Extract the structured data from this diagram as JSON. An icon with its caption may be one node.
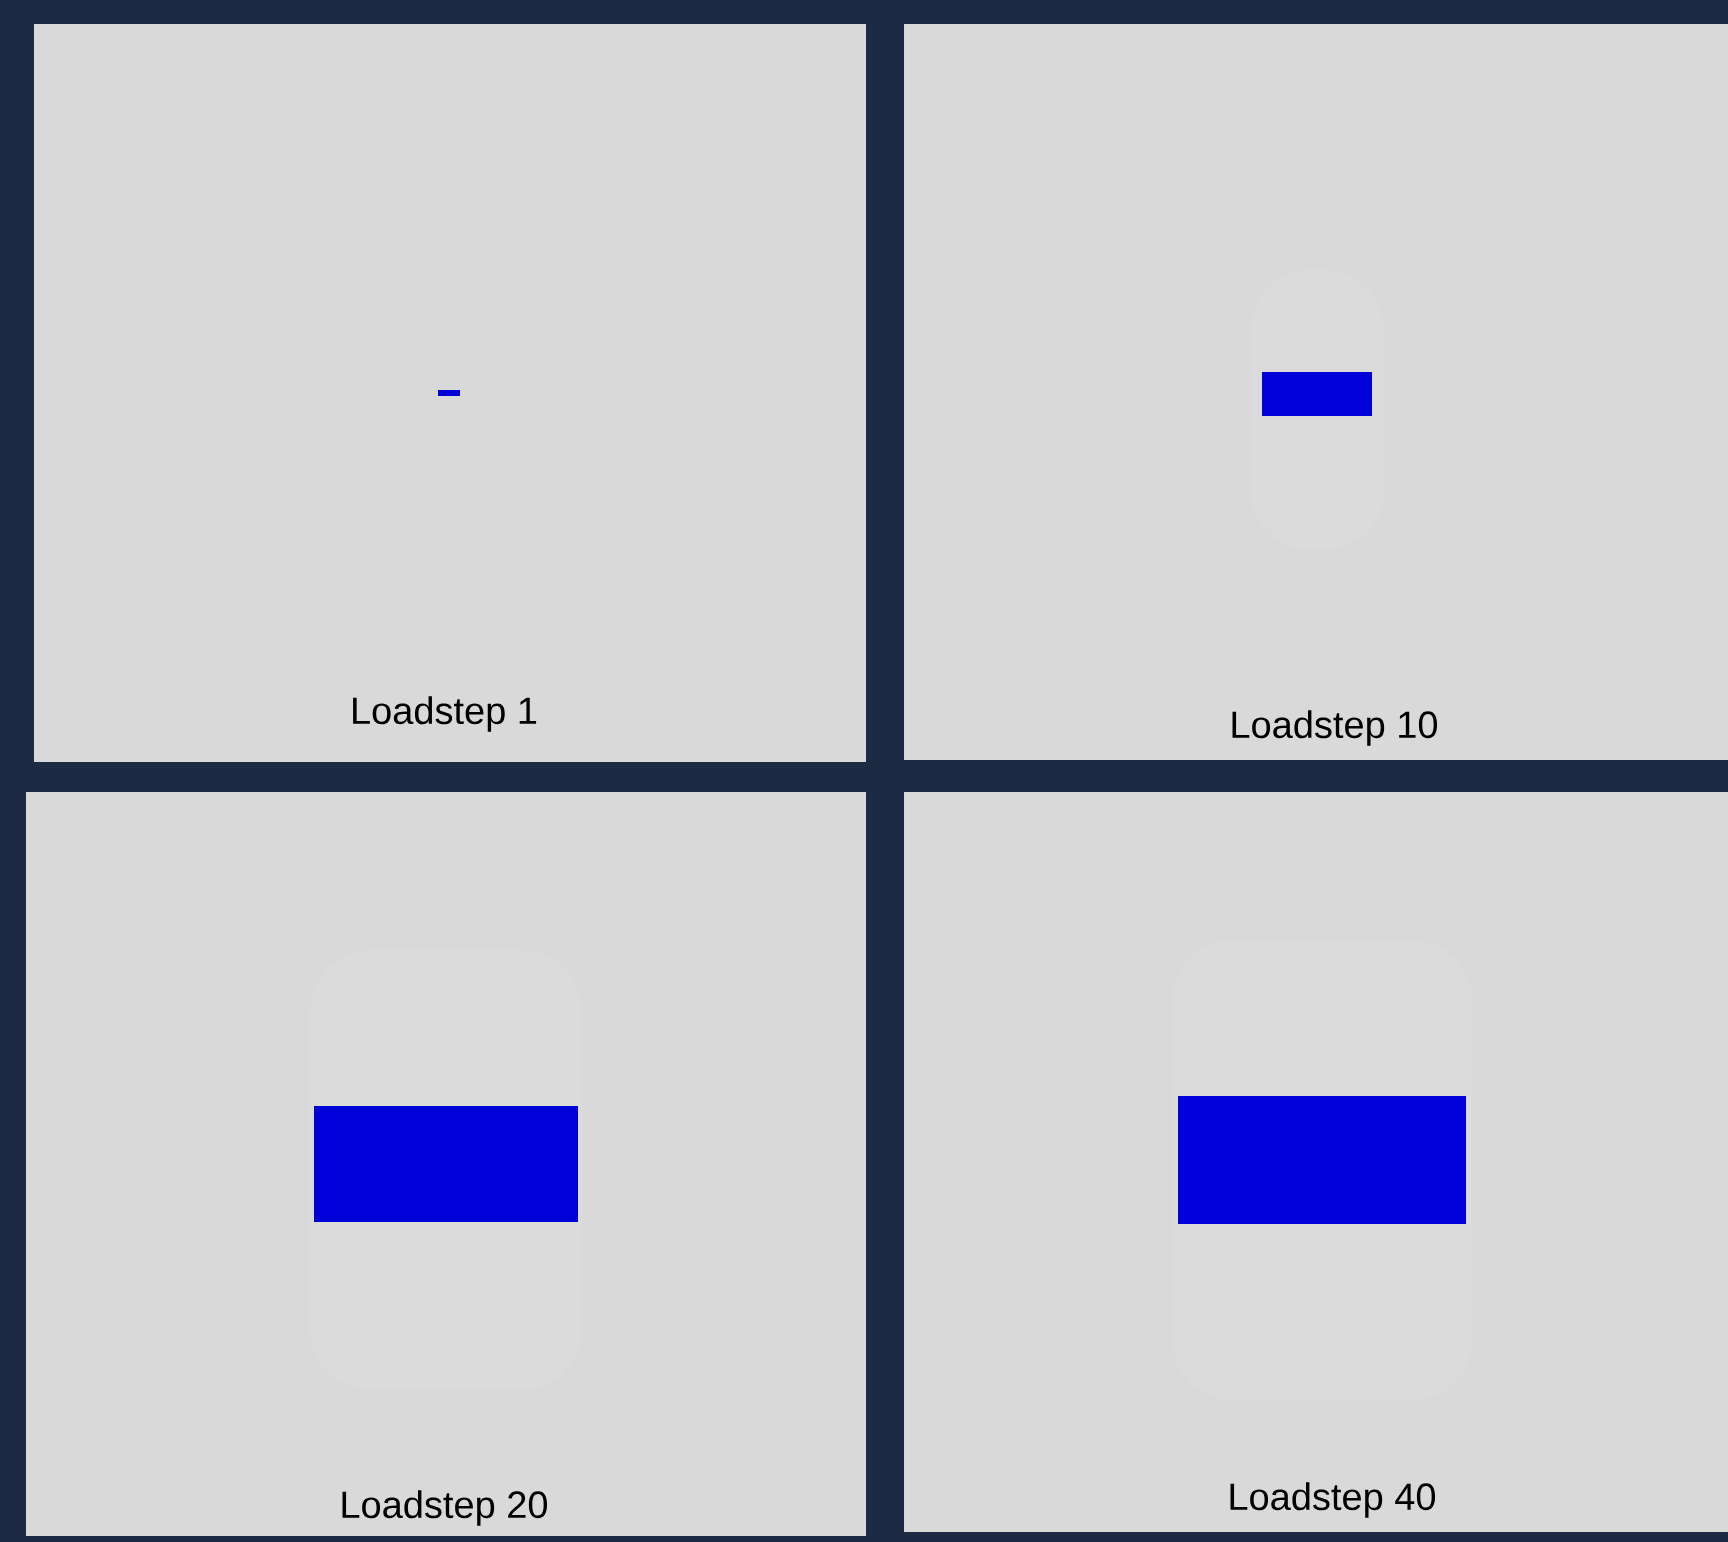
{
  "diagram": {
    "nodes": [
      {
        "text": [
          "Loadstep 1"
        ]
      },
      {
        "text": [
          "Loadstep 10"
        ]
      },
      {
        "text": [
          "Loadstep 20"
        ]
      },
      {
        "text": [
          "Loadstep 40"
        ]
      }
    ]
  }
}
